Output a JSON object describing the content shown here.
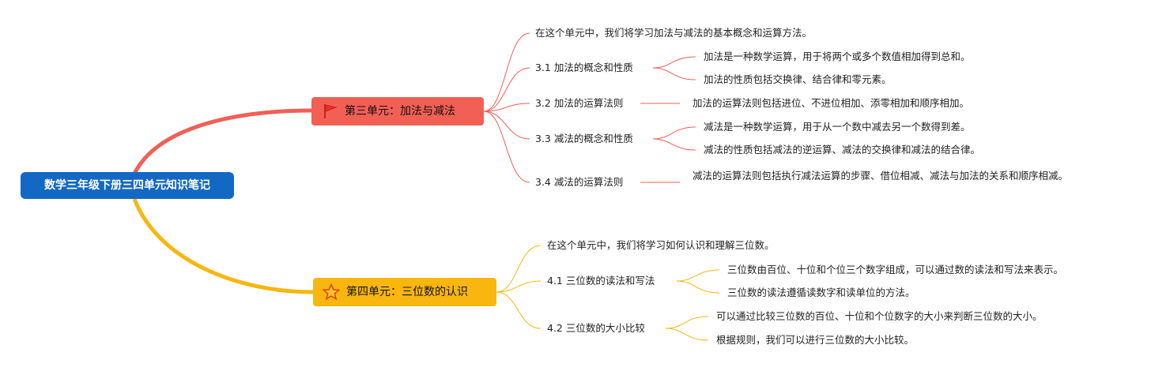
{
  "root": {
    "title": "数学三年级下册三四单元知识笔记"
  },
  "branches": [
    {
      "label": "第三单元：加法与减法",
      "icon": "flag-icon",
      "color": "#f25f55",
      "intro": "在这个单元中，我们将学习加法与减法的基本概念和运算方法。",
      "sections": [
        {
          "label": "3.1 加法的概念和性质",
          "details": [
            "加法是一种数学运算，用于将两个或多个数值相加得到总和。",
            "加法的性质包括交换律、结合律和零元素。"
          ]
        },
        {
          "label": "3.2 加法的运算法则",
          "details": [
            "加法的运算法则包括进位、不进位相加、添零相加和顺序相加。"
          ]
        },
        {
          "label": "3.3 减法的概念和性质",
          "details": [
            "减法是一种数学运算，用于从一个数中减去另一个数得到差。",
            "减法的性质包括减法的逆运算、减法的交换律和减法的结合律。"
          ]
        },
        {
          "label": "3.4 减法的运算法则",
          "details": [
            "减法的运算法则包括执行减法运算的步骤、借位相减、减法与加法的关系和顺序相减。"
          ]
        }
      ]
    },
    {
      "label": "第四单元：三位数的认识",
      "icon": "star-icon",
      "color": "#f9b60f",
      "intro": "在这个单元中，我们将学习如何认识和理解三位数。",
      "sections": [
        {
          "label": "4.1 三位数的读法和写法",
          "details": [
            "三位数由百位、十位和个位三个数字组成，可以通过数的读法和写法来表示。",
            "三位数的读法遵循读数字和读单位的方法。"
          ]
        },
        {
          "label": "4.2 三位数的大小比较",
          "details": [
            "可以通过比较三位数的百位、十位和个位数字的大小来判断三位数的大小。",
            "根据规则，我们可以进行三位数的大小比较。"
          ]
        }
      ]
    }
  ]
}
